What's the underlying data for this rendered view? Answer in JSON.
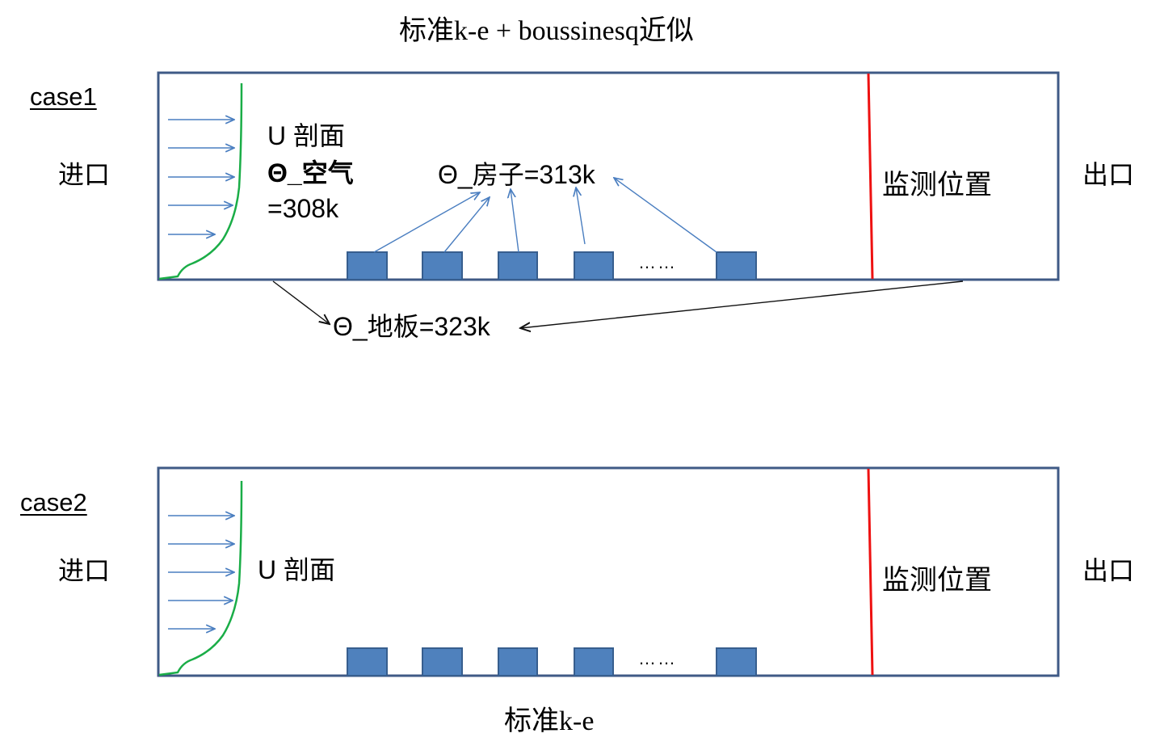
{
  "colors": {
    "frame": "#3f5a86",
    "profile": "#1aad47",
    "inflow_arrow": "#4a7ec0",
    "house_fill": "#4f81bd",
    "house_stroke": "#375e8e",
    "monitor_line": "#ee1111",
    "callout_arrow": "#4a7ec0",
    "floor_arrow": "#111111"
  },
  "title_top": "标准k-e + boussinesq近似",
  "title_bottom": "标准k-e",
  "case1": {
    "label": "case1",
    "inlet": "进口",
    "outlet": "出口",
    "profile_label": "U 剖面",
    "air_temp_line1": "Θ_空气",
    "air_temp_line2": "=308k",
    "house_temp": "Θ_房子=313k",
    "floor_temp": "Θ_地板=323k",
    "monitor": "监测位置",
    "ellipsis": "……",
    "house_count_shown": 5
  },
  "case2": {
    "label": "case2",
    "inlet": "进口",
    "outlet": "出口",
    "profile_label": "U 剖面",
    "monitor": "监测位置",
    "ellipsis": "……",
    "house_count_shown": 5
  },
  "icons": {
    "inflow": "right-arrow-icon",
    "callout": "arrow-icon"
  }
}
